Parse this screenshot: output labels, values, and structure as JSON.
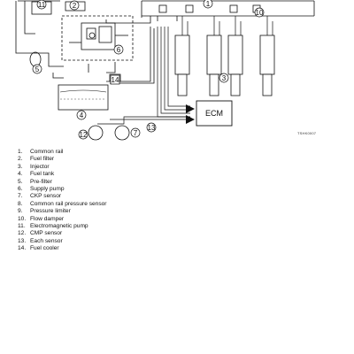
{
  "diagram": {
    "ecm_label": "ECM",
    "figure_code": "TSHK0007",
    "callouts": [
      "1",
      "2",
      "3",
      "4",
      "5",
      "6",
      "7",
      "10",
      "11",
      "12",
      "13",
      "14"
    ]
  },
  "legend": [
    {
      "num": "1.",
      "label": "Common rail"
    },
    {
      "num": "2.",
      "label": "Fuel filter"
    },
    {
      "num": "3.",
      "label": "Injector"
    },
    {
      "num": "4.",
      "label": "Fuel tank"
    },
    {
      "num": "5.",
      "label": "Pre-filter"
    },
    {
      "num": "6.",
      "label": "Supply pump"
    },
    {
      "num": "7.",
      "label": "CKP sensor"
    },
    {
      "num": "8.",
      "label": "Common rail pressure sensor"
    },
    {
      "num": "9.",
      "label": "Pressure limiter"
    },
    {
      "num": "10.",
      "label": "Flow damper"
    },
    {
      "num": "11.",
      "label": "Electromagnetic pump"
    },
    {
      "num": "12.",
      "label": "CMP sensor"
    },
    {
      "num": "13.",
      "label": "Each sensor"
    },
    {
      "num": "14.",
      "label": "Fuel cooler"
    }
  ]
}
